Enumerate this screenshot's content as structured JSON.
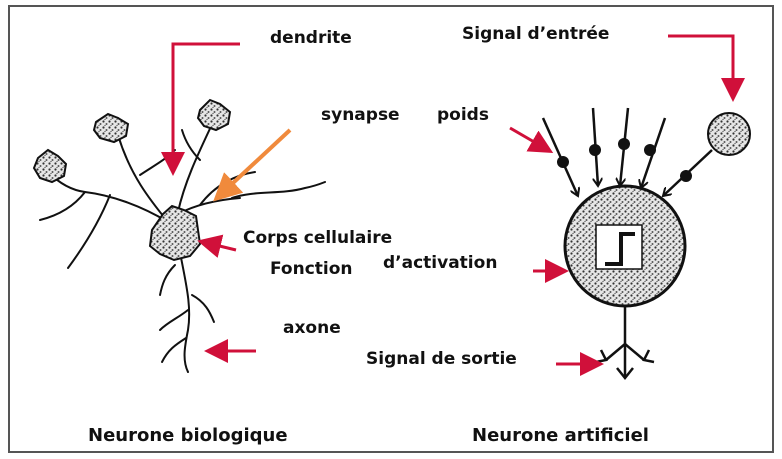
{
  "labels": {
    "dendrite": "dendrite",
    "synapse": "synapse",
    "poids": "poids",
    "signal_entree": "Signal d’entrée",
    "corps_cellulaire": "Corps cellulaire",
    "fonction": "Fonction",
    "activation": "d’activation",
    "axone": "axone",
    "signal_sortie": "Signal de sortie"
  },
  "captions": {
    "biological": "Neurone biologique",
    "artificial": "Neurone artificiel"
  },
  "colors": {
    "label_arrow": "#d0103a",
    "orange_arrow": "#f08a3c",
    "stroke": "#111111",
    "fill_stipple": "#c8c8c8"
  }
}
